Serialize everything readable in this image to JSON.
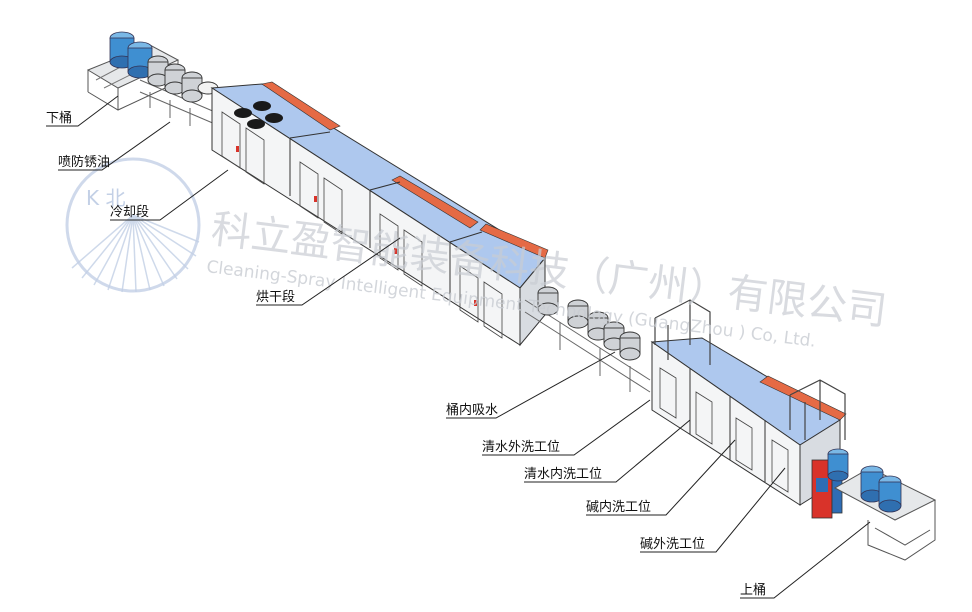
{
  "watermark": {
    "logo_letters": "K 北",
    "company_cn": "科立盈智能装备科技（广州）有限公司",
    "company_en": "Cleaning-Spray Intelligent Equipment Technology (GuangZhou ) Co, Ltd."
  },
  "labels": {
    "unload": "下桶",
    "oil_spray": "喷防锈油",
    "cooling": "冷却段",
    "drying": "烘干段",
    "inner_suction": "桶内吸水",
    "clean_outer": "清水外洗工位",
    "clean_inner": "清水内洗工位",
    "alkali_inner": "碱内洗工位",
    "alkali_outer": "碱外洗工位",
    "load": "上桶"
  },
  "colors": {
    "panel_blue": "#aec8ee",
    "roof_orange": "#e56a45",
    "frame_grey": "#8a8f96",
    "drum_blue": "#3f8fd1",
    "control_box": "#2f6db5",
    "control_red": "#d9332a"
  }
}
